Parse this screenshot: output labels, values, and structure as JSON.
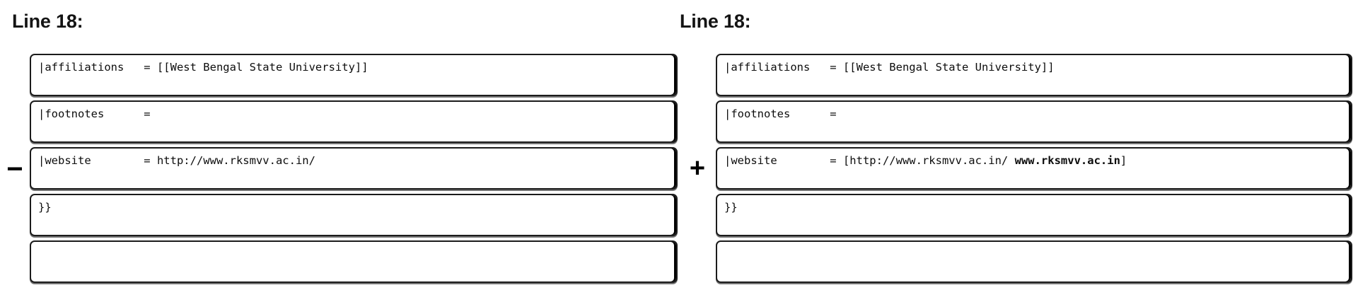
{
  "page": {
    "type": "wikitext-diff",
    "background_color": "#ffffff",
    "text_color": "#0d0d0d",
    "box_border_color": "#1b1b1b",
    "marker_minus": "−",
    "marker_plus": "+"
  },
  "columns": [
    {
      "side": "left",
      "heading": "Line 18:",
      "rows": [
        {
          "marker": "",
          "segments": [
            {
              "text": "|affiliations   = [[West Bengal State University]]",
              "bold": false
            }
          ]
        },
        {
          "marker": "",
          "segments": [
            {
              "text": "|footnotes      =",
              "bold": false
            }
          ]
        },
        {
          "marker": "−",
          "segments": [
            {
              "text": "|website        = http://www.rksmvv.ac.in/",
              "bold": false
            }
          ]
        },
        {
          "marker": "",
          "segments": [
            {
              "text": "}}",
              "bold": false
            }
          ]
        },
        {
          "marker": "",
          "segments": [
            {
              "text": "",
              "bold": false
            }
          ]
        }
      ]
    },
    {
      "side": "right",
      "heading": "Line 18:",
      "rows": [
        {
          "marker": "",
          "segments": [
            {
              "text": "|affiliations   = [[West Bengal State University]]",
              "bold": false
            }
          ]
        },
        {
          "marker": "",
          "segments": [
            {
              "text": "|footnotes      =",
              "bold": false
            }
          ]
        },
        {
          "marker": "+",
          "segments": [
            {
              "text": "|website        = [http://www.rksmvv.ac.in/ ",
              "bold": false
            },
            {
              "text": "www.rksmvv.ac.in",
              "bold": true
            },
            {
              "text": "]",
              "bold": false
            }
          ]
        },
        {
          "marker": "",
          "segments": [
            {
              "text": "}}",
              "bold": false
            }
          ]
        },
        {
          "marker": "",
          "segments": [
            {
              "text": "",
              "bold": false
            }
          ]
        }
      ]
    }
  ]
}
